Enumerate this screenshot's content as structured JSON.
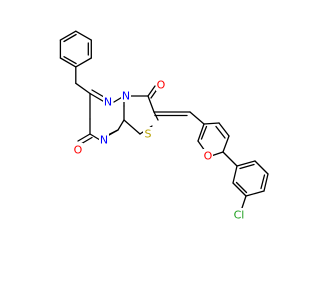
{
  "molecule": {
    "atoms": [
      {
        "label": "N",
        "color": "#0000ff"
      },
      {
        "label": "N",
        "color": "#0000ff"
      },
      {
        "label": "N",
        "color": "#0000ff"
      },
      {
        "label": "S",
        "color": "#b8a200"
      },
      {
        "label": "O",
        "color": "#ff0000"
      },
      {
        "label": "O",
        "color": "#ff0000"
      },
      {
        "label": "O",
        "color": "#ff0000"
      },
      {
        "label": "Cl",
        "color": "#1fa01f"
      }
    ]
  }
}
